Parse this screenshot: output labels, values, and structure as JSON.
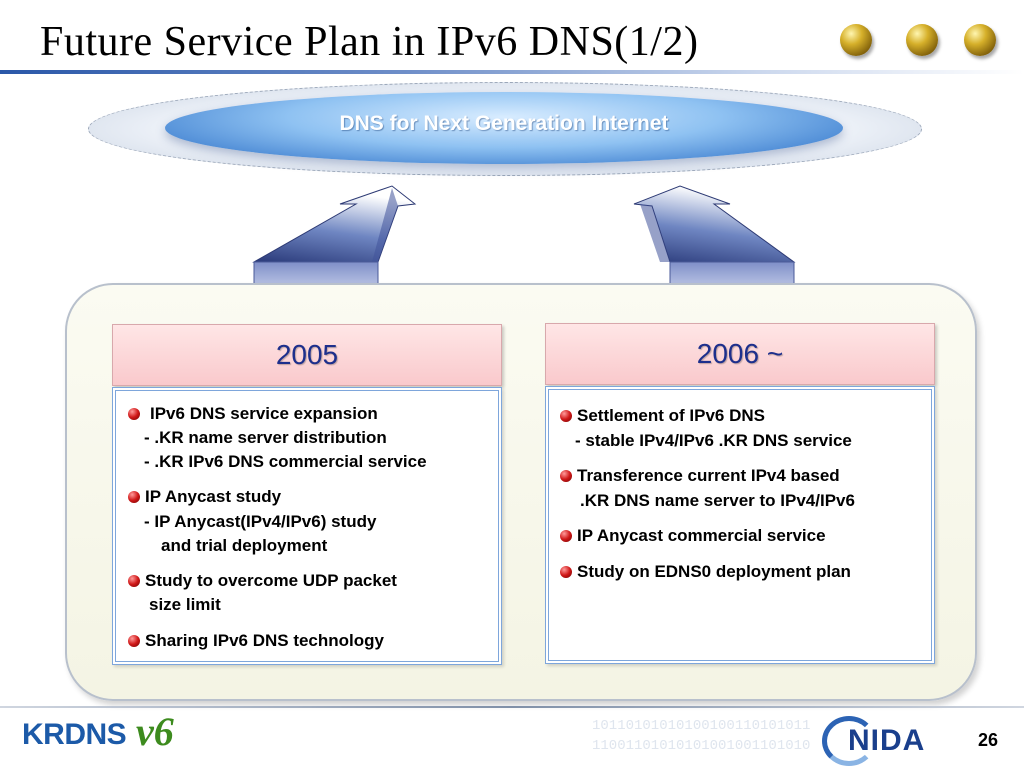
{
  "slide": {
    "title": "Future Service Plan in IPv6 DNS(1/2)",
    "banner": "DNS for Next Generation Internet",
    "page_number": "26"
  },
  "columns": [
    {
      "heading": "2005",
      "lines": [
        {
          "text": "IPv6 DNS service expansion",
          "bullet": true
        },
        {
          "text": "- .KR name server distribution",
          "bullet": false
        },
        {
          "text": "- .KR IPv6 DNS commercial service",
          "bullet": false
        },
        {
          "text": "IP Anycast study",
          "bullet": true
        },
        {
          "text": "- IP Anycast(IPv4/IPv6) study",
          "bullet": false
        },
        {
          "text": "and trial deployment",
          "bullet": false
        },
        {
          "text": "Study to overcome UDP packet",
          "bullet": true
        },
        {
          "text": "size limit",
          "bullet": false
        },
        {
          "text": "Sharing IPv6 DNS technology",
          "bullet": true
        }
      ]
    },
    {
      "heading": "2006 ~",
      "lines": [
        {
          "text": "Settlement of IPv6 DNS",
          "bullet": true
        },
        {
          "text": "- stable IPv4/IPv6 .KR DNS service",
          "bullet": false
        },
        {
          "text": "Transference current IPv4 based",
          "bullet": true
        },
        {
          "text": ".KR DNS name server to IPv4/IPv6",
          "bullet": false
        },
        {
          "text": "IP Anycast commercial service",
          "bullet": true
        },
        {
          "text": "Study on EDNS0 deployment plan",
          "bullet": true
        }
      ]
    }
  ],
  "footer": {
    "left_logo": {
      "word": "KRDNS",
      "mark": "v6"
    },
    "right_logo": "NIDA",
    "binary_lines": [
      "10110101010100100110101011",
      "11001101010101001001101010"
    ]
  }
}
